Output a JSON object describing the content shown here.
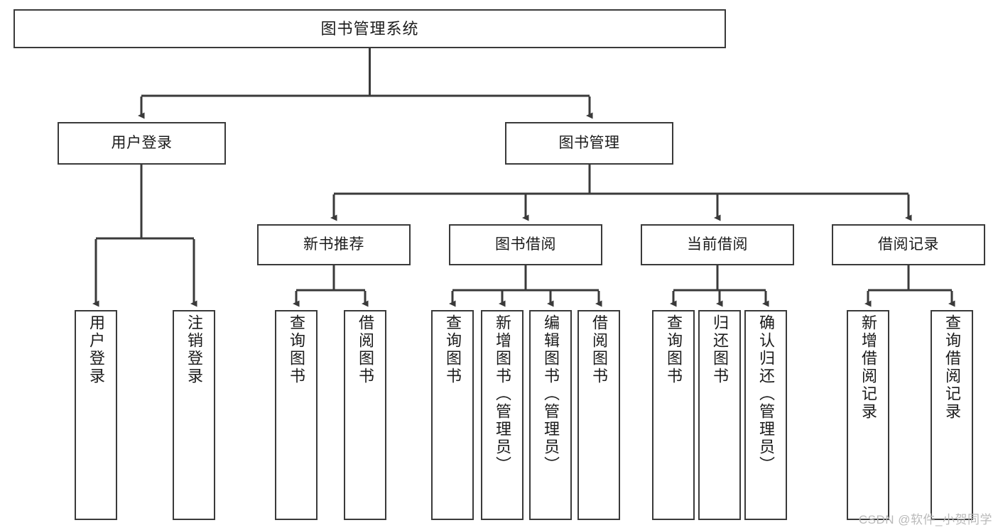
{
  "diagram": {
    "type": "tree",
    "title": "图书管理系统",
    "watermark": "CSDN @软件_小贺同学",
    "colors": {
      "box_border": "#3a3a3a",
      "box_fill": "#ffffff",
      "line": "#3a3a3a",
      "text": "#1b1b1b",
      "watermark": "#b9b9b9"
    },
    "nodes": {
      "root": {
        "label": "图书管理系统"
      },
      "level2": [
        {
          "id": "user-login",
          "label": "用户登录"
        },
        {
          "id": "book-manage",
          "label": "图书管理"
        }
      ],
      "level3": [
        {
          "id": "new-book-recommend",
          "label": "新书推荐"
        },
        {
          "id": "book-borrow",
          "label": "图书借阅"
        },
        {
          "id": "current-borrow",
          "label": "当前借阅"
        },
        {
          "id": "borrow-record",
          "label": "借阅记录"
        }
      ],
      "leaves": {
        "user-login": [
          {
            "id": "leaf-user-login",
            "label": "用户登录"
          },
          {
            "id": "leaf-logout",
            "label": "注销登录"
          }
        ],
        "new-book-recommend": [
          {
            "id": "leaf-query-book-1",
            "label": "查询图书"
          },
          {
            "id": "leaf-borrow-book-1",
            "label": "借阅图书"
          }
        ],
        "book-borrow": [
          {
            "id": "leaf-query-book-2",
            "label": "查询图书"
          },
          {
            "id": "leaf-add-book",
            "label": "新增图书（管理员）"
          },
          {
            "id": "leaf-edit-book",
            "label": "编辑图书（管理员）"
          },
          {
            "id": "leaf-borrow-book-2",
            "label": "借阅图书"
          }
        ],
        "current-borrow": [
          {
            "id": "leaf-query-book-3",
            "label": "查询图书"
          },
          {
            "id": "leaf-return-book",
            "label": "归还图书"
          },
          {
            "id": "leaf-confirm-return",
            "label": "确认归还（管理员）"
          }
        ],
        "borrow-record": [
          {
            "id": "leaf-add-record",
            "label": "新增借阅记录"
          },
          {
            "id": "leaf-query-record",
            "label": "查询借阅记录"
          }
        ]
      }
    }
  }
}
